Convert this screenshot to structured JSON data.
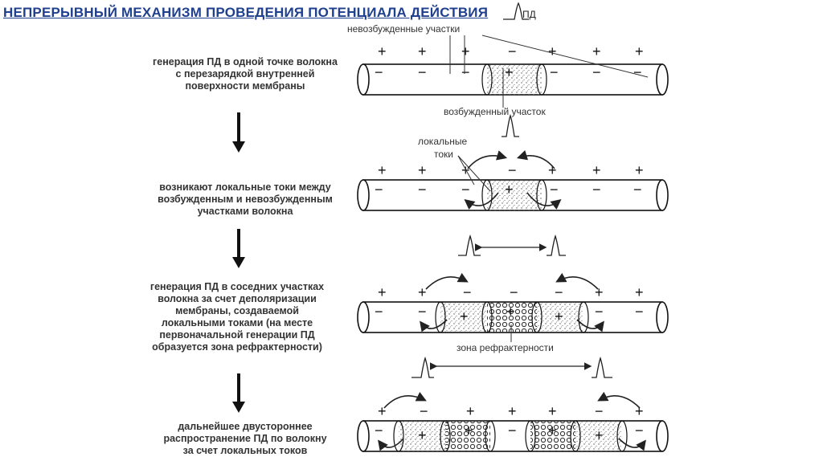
{
  "title": "НЕПРЕРЫВНЫЙ МЕХАНИЗМ ПРОВЕДЕНИЯ ПОТЕНЦИАЛА ДЕЙСТВИЯ",
  "steps": [
    {
      "line1": "генерация ПД в одной точке волокна",
      "line2": "с перезарядкой внутренней",
      "line3": "поверхности мембраны"
    },
    {
      "line1": "возникают локальные токи между",
      "line2": "возбужденным и невозбужденным",
      "line3": "участками волокна"
    },
    {
      "line1": "генерация ПД в соседних участках",
      "line2": "волокна за счет деполяризации",
      "line3": "мембраны, создаваемой",
      "line4": "локальными токами (на месте",
      "line5": "первоначальной генерации ПД",
      "line6": "образуется зона рефрактерности)"
    },
    {
      "line1": "дальнейшее двустороннее",
      "line2": "распространение ПД по волокну",
      "line3": "за счет локальных токов"
    }
  ],
  "labels": {
    "pd": "ПД",
    "unexcited": "невозбужденные участки",
    "excited": "возбужденный участок",
    "local": "локальные",
    "currents": "токи",
    "refractory": "зона рефрактерности"
  },
  "signs": {
    "plus": "+",
    "minus": "−"
  },
  "colors": {
    "title": "#1f3f8f",
    "ink": "#222222"
  }
}
